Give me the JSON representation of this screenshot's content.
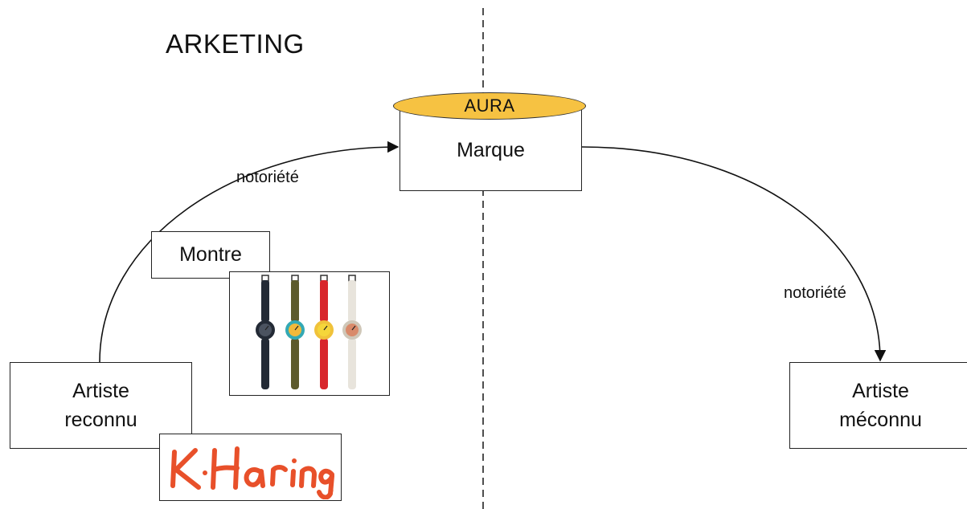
{
  "title": "ARKETING",
  "nodes": {
    "aura": "AURA",
    "marque": "Marque",
    "montre": "Montre",
    "artiste_reconnu": "Artiste\nreconnu",
    "artiste_meconnu": "Artiste\nméconnu"
  },
  "edges": {
    "left_label": "notoriété",
    "right_label": "notoriété"
  },
  "logo_text": "K.Haring",
  "watches": [
    {
      "name": "black-watch",
      "strap": "#232a35",
      "dial": "#4b5360",
      "ring": "#232a35"
    },
    {
      "name": "olive-watch",
      "strap": "#5c5a2c",
      "dial": "#f2b93b",
      "ring": "#33a9b5"
    },
    {
      "name": "red-watch",
      "strap": "#d8262c",
      "dial": "#f5d63a",
      "ring": "#f0c23a"
    },
    {
      "name": "clear-watch",
      "strap": "#e8e4dc",
      "dial": "#d98a6a",
      "ring": "#cfc7b8"
    }
  ],
  "colors": {
    "aura_fill": "#f6c242",
    "logo": "#e8502a",
    "stroke": "#222222"
  }
}
